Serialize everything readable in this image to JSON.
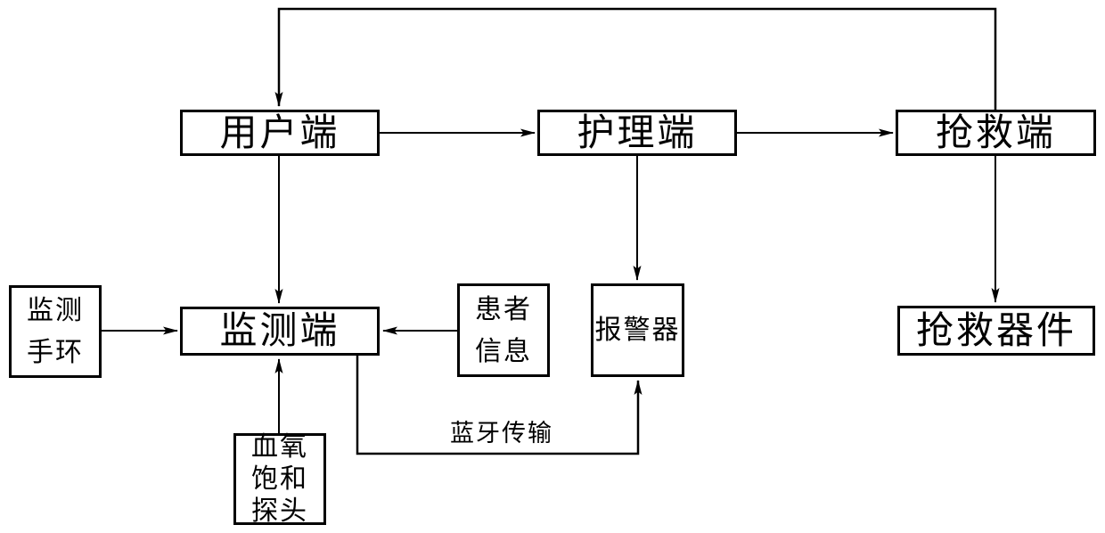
{
  "diagram": {
    "nodes": {
      "user_terminal": {
        "label": "用户端"
      },
      "nursing_terminal": {
        "label": "护理端"
      },
      "rescue_terminal": {
        "label": "抢救端"
      },
      "monitoring_terminal": {
        "label": "监测端"
      },
      "rescue_equipment": {
        "label": "抢救器件"
      },
      "alarm": {
        "label": "报警器"
      },
      "monitoring_bracelet": {
        "lines": [
          "监测",
          "手环"
        ]
      },
      "patient_info": {
        "lines": [
          "患者",
          "信息"
        ]
      },
      "blood_oxygen_probe": {
        "lines": [
          "血氧",
          "饱和",
          "探头"
        ]
      }
    },
    "edge_labels": {
      "bluetooth": "蓝牙传输"
    },
    "edges": [
      {
        "from": "rescue_terminal",
        "to": "user_terminal",
        "route": "over-top"
      },
      {
        "from": "user_terminal",
        "to": "nursing_terminal",
        "route": "right"
      },
      {
        "from": "nursing_terminal",
        "to": "rescue_terminal",
        "route": "right"
      },
      {
        "from": "user_terminal",
        "to": "monitoring_terminal",
        "route": "down"
      },
      {
        "from": "nursing_terminal",
        "to": "alarm",
        "route": "down"
      },
      {
        "from": "rescue_terminal",
        "to": "rescue_equipment",
        "route": "down"
      },
      {
        "from": "monitoring_bracelet",
        "to": "monitoring_terminal",
        "route": "right"
      },
      {
        "from": "patient_info",
        "to": "monitoring_terminal",
        "route": "left"
      },
      {
        "from": "blood_oxygen_probe",
        "to": "monitoring_terminal",
        "route": "up"
      },
      {
        "from": "monitoring_terminal",
        "to": "alarm",
        "route": "down-right-up",
        "label": "蓝牙传输"
      }
    ],
    "colors": {
      "background": "#ffffff",
      "line": "#000000",
      "box_border": "#000000",
      "text": "#000000"
    }
  }
}
